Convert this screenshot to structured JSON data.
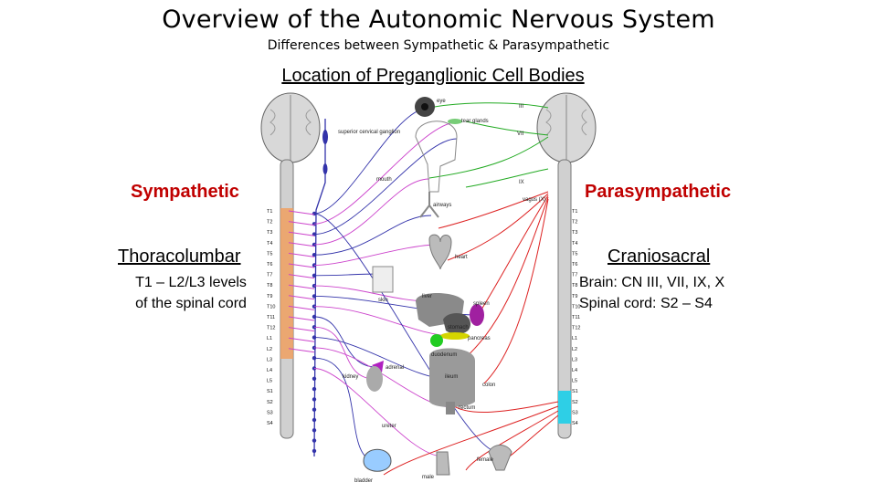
{
  "header": {
    "title": "Overview of the Autonomic Nervous System",
    "subtitle": "Differences between Sympathetic & Parasympathetic",
    "location_heading": "Location of Preganglionic Cell Bodies"
  },
  "left": {
    "division": "Sympathetic",
    "region": "Thoracolumbar",
    "detail_lines": [
      "T1 – L2/L3 levels",
      "of the spinal cord"
    ]
  },
  "right": {
    "division": "Parasympathetic",
    "region": "Craniosacral",
    "detail_lines": [
      "Brain: CN III, VII, IX, X",
      "Spinal cord: S2 – S4"
    ]
  },
  "diagram": {
    "left_vertebra_labels": [
      "T1",
      "T2",
      "T3",
      "T4",
      "T5",
      "T6",
      "T7",
      "T8",
      "T9",
      "T10",
      "T11",
      "T12",
      "L1",
      "L2",
      "L3",
      "L4",
      "L5",
      "S1",
      "S2",
      "S3",
      "S4"
    ],
    "right_vertebra_labels": [
      "T1",
      "T2",
      "T3",
      "T4",
      "T5",
      "T6",
      "T7",
      "T8",
      "T9",
      "T10",
      "T11",
      "T12",
      "L1",
      "L2",
      "L3",
      "L4",
      "L5",
      "S1",
      "S2",
      "S3",
      "S4"
    ],
    "cranial_nerve_labels": [
      "III",
      "VII",
      "IX",
      "vagus (X)"
    ],
    "organ_labels": {
      "eye": "eye",
      "tear_glands": "tear glands",
      "superior_cervical_ganglion": "superior cervical ganglion",
      "mouth": "mouth",
      "airways": "airways",
      "heart": "heart",
      "skin": "skin",
      "liver": "liver",
      "spleen": "spleen",
      "stomach": "stomach",
      "pancreas": "pancreas",
      "duodenum": "duodenum",
      "adrenal": "adrenal",
      "kidney": "kidney",
      "ileum": "ileum",
      "colon": "colon",
      "rectum": "rectum",
      "ureter": "ureter",
      "bladder": "bladder",
      "male": "male",
      "female": "female"
    },
    "colors": {
      "sympathetic_preganglionic": "#cc44cc",
      "sympathetic_postganglionic": "#3333aa",
      "parasympathetic": "#dd2222",
      "cranial_parasympathetic": "#22aa22",
      "sympathetic_segments": "#f0a060",
      "parasympathetic_sacral_segments": "#2ecfe6"
    }
  }
}
